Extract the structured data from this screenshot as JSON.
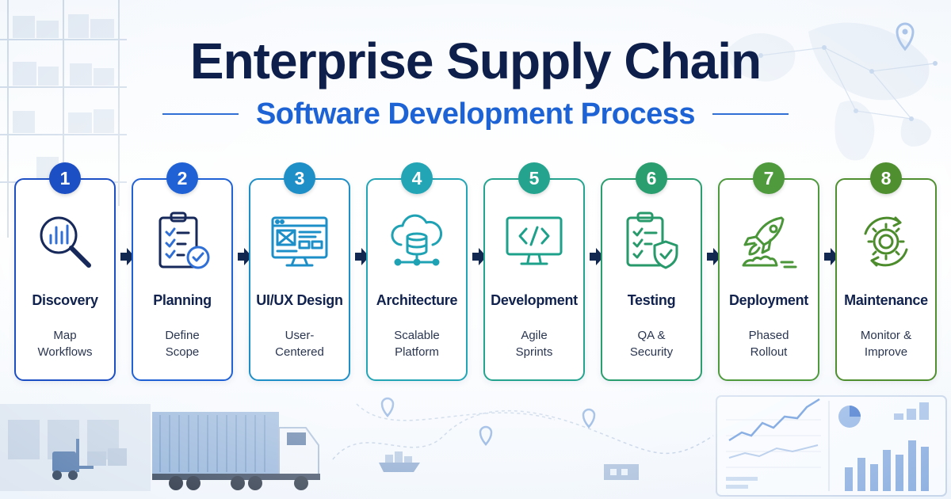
{
  "header": {
    "title": "Enterprise Supply Chain",
    "subtitle": "Software Development Process"
  },
  "steps": [
    {
      "number": "1",
      "title": "Discovery",
      "desc_line1": "Map",
      "desc_line2": "Workflows",
      "color": "#1d4fc4",
      "icon": "magnifier-chart-icon"
    },
    {
      "number": "2",
      "title": "Planning",
      "desc_line1": "Define",
      "desc_line2": "Scope",
      "color": "#2062d6",
      "icon": "clipboard-check-icon"
    },
    {
      "number": "3",
      "title": "UI/UX Design",
      "desc_line1": "User-",
      "desc_line2": "Centered",
      "color": "#1f8fc8",
      "icon": "browser-wireframe-icon"
    },
    {
      "number": "4",
      "title": "Architecture",
      "desc_line1": "Scalable",
      "desc_line2": "Platform",
      "color": "#23a5b6",
      "icon": "cloud-database-icon"
    },
    {
      "number": "5",
      "title": "Development",
      "desc_line1": "Agile",
      "desc_line2": "Sprints",
      "color": "#24a48f",
      "icon": "code-monitor-icon"
    },
    {
      "number": "6",
      "title": "Testing",
      "desc_line1": "QA &",
      "desc_line2": "Security",
      "color": "#2a9e6e",
      "icon": "clipboard-shield-icon"
    },
    {
      "number": "7",
      "title": "Deployment",
      "desc_line1": "Phased",
      "desc_line2": "Rollout",
      "color": "#4e9a3d",
      "icon": "rocket-icon"
    },
    {
      "number": "8",
      "title": "Maintenance",
      "desc_line1": "Monitor &",
      "desc_line2": "Improve",
      "color": "#4f8f2f",
      "icon": "gear-cycle-icon"
    }
  ]
}
